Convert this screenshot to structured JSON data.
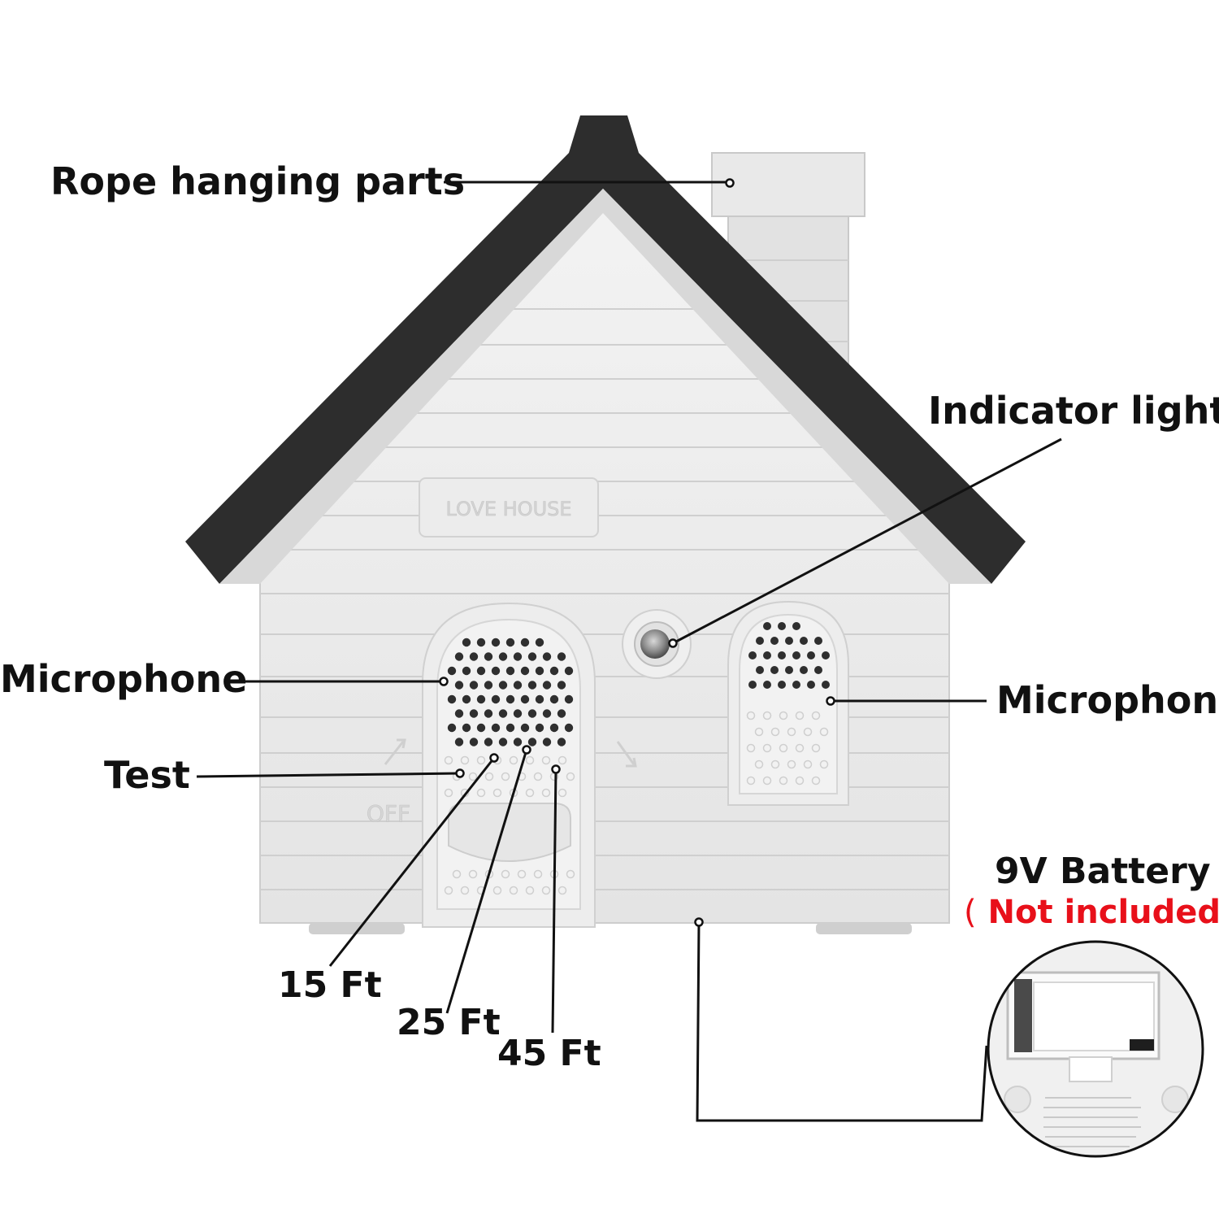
{
  "labels": {
    "rope": "Rope hanging parts",
    "indicator": "Indicator light",
    "mic_left": "Microphone",
    "mic_right": "Microphone",
    "test": "Test",
    "ft15": "15 Ft",
    "ft25": "25 Ft",
    "ft45": "45 Ft",
    "battery_title": "9V Battery",
    "battery_note_paren": "(",
    "battery_note": "Not included"
  },
  "device": {
    "embossed_name": "LOVE HOUSE",
    "switch_off": "OFF"
  },
  "colors": {
    "roof": "#2d2d2d",
    "siding": "#e6e6e6",
    "note_red": "#e8101a",
    "line": "#111111"
  }
}
